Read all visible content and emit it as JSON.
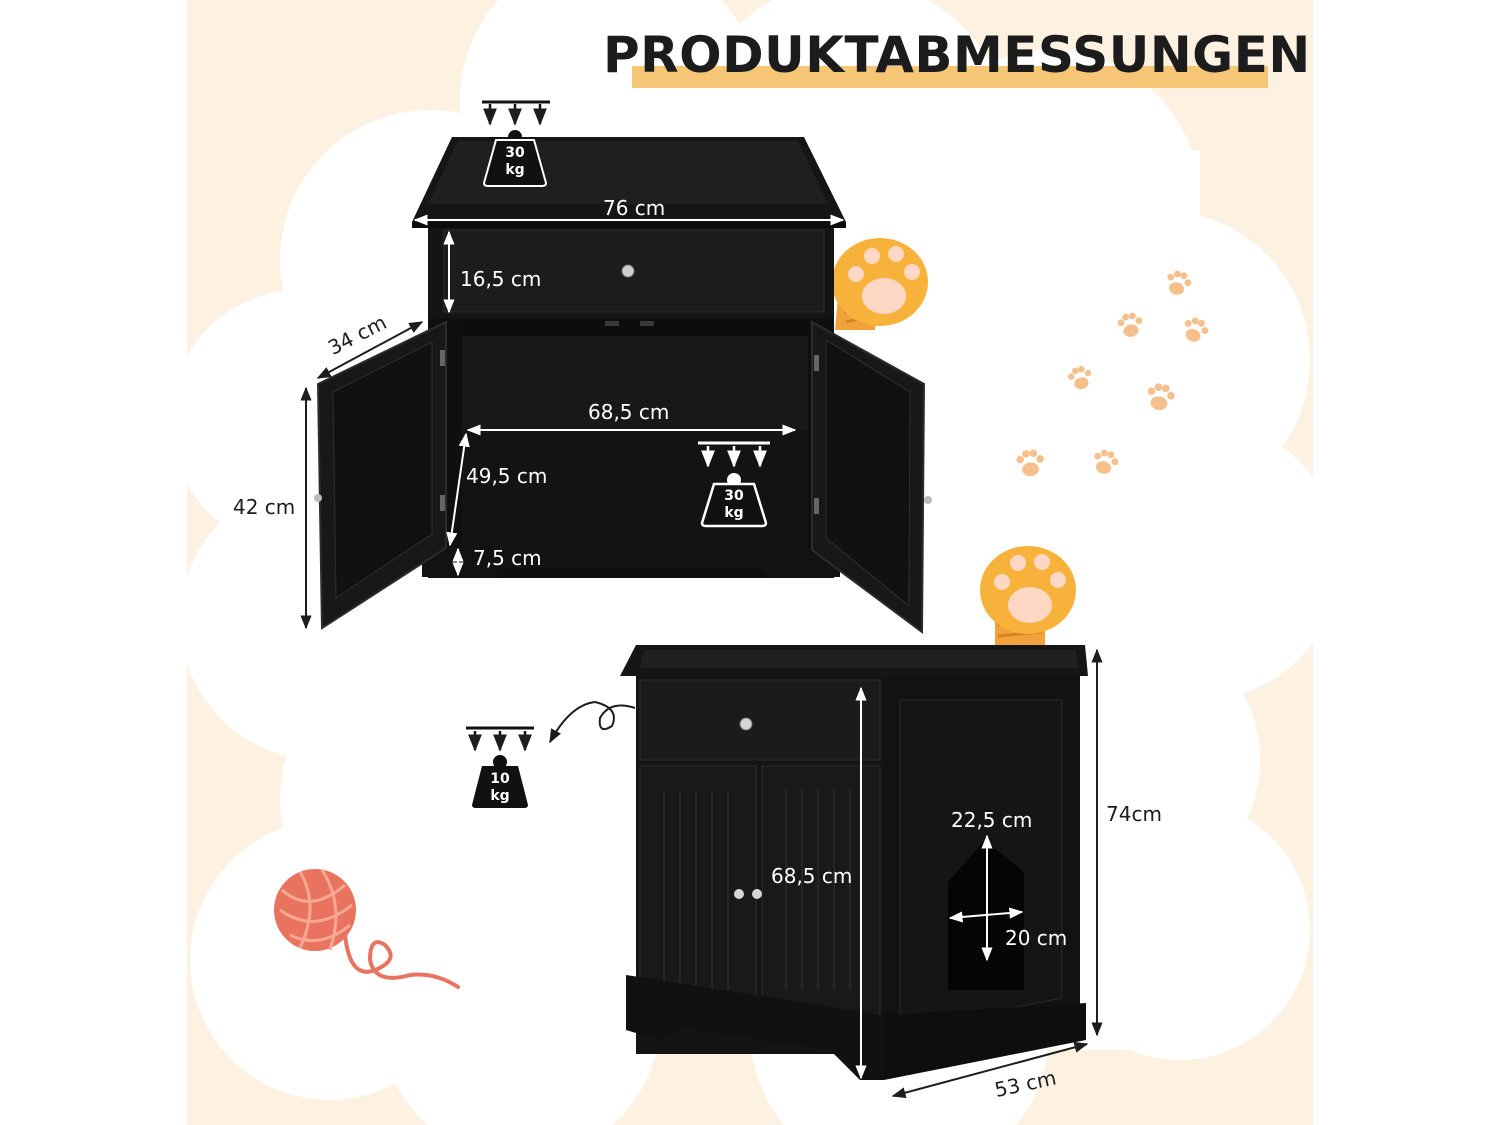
{
  "title": "PRODUKTABMESSUNGEN",
  "colors": {
    "background": "#fdf1e1",
    "cloud": "#ffffff",
    "cabinet": "#161616",
    "highlight": "#f6c676",
    "paw_pad": "#f6b23a",
    "paw_toe": "#ffd7c4",
    "yarn": "#e8735f"
  },
  "dimensions": {
    "top_width": "76 cm",
    "drawer_height": "16,5 cm",
    "depth_top": "34 cm",
    "inner_width": "68,5 cm",
    "inner_height": "49,5 cm",
    "base_height": "7,5 cm",
    "door_height": "42 cm",
    "front_height": "68,5 cm",
    "total_height": "74cm",
    "entry_width": "22,5 cm",
    "entry_height": "20 cm",
    "depth_bottom": "53 cm"
  },
  "loads": {
    "top": {
      "value": "30",
      "unit": "kg"
    },
    "shelf": {
      "value": "30",
      "unit": "kg"
    },
    "drawer": {
      "value": "10",
      "unit": "kg"
    }
  },
  "icons": [
    "cloud-background",
    "paw-print-icon",
    "cat-paw-icon",
    "yarn-ball-icon",
    "weight-icon",
    "curved-arrow-icon"
  ]
}
